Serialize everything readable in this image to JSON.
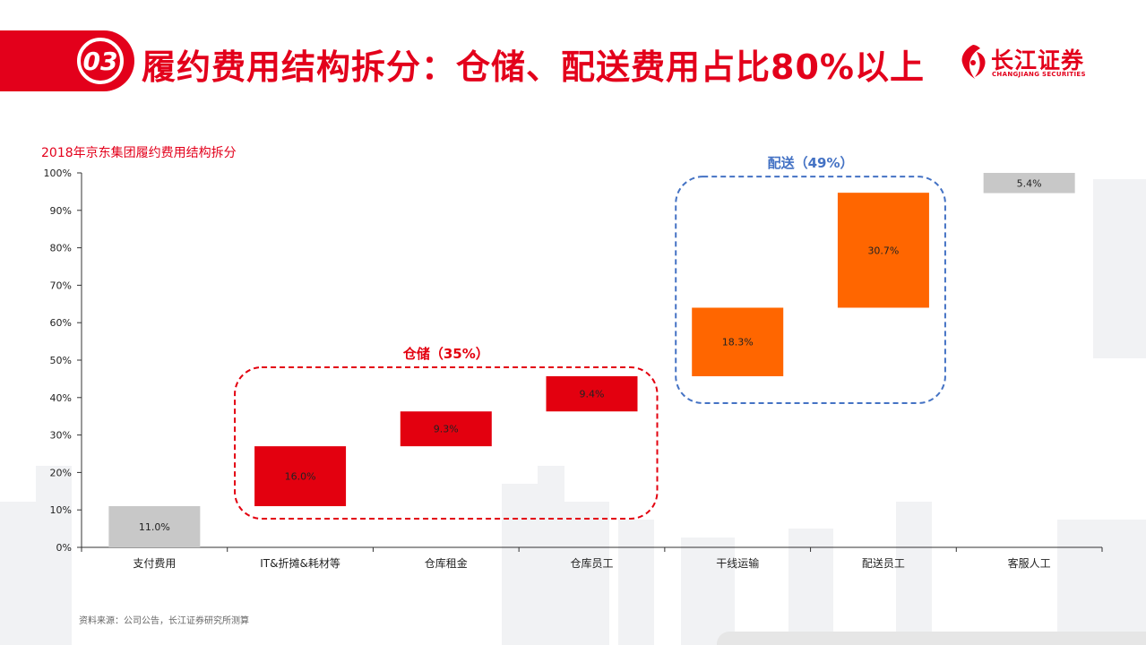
{
  "header": {
    "section_number": "03",
    "title": "履约费用结构拆分：仓储、配送费用占比80%以上"
  },
  "logo": {
    "name": "长江证券",
    "subtitle": "CHANGJIANG SECURITIES"
  },
  "colors": {
    "brand_red": "#e3001b",
    "storage_red": "#e3000f",
    "delivery_orange": "#ff6600",
    "other_gray": "#c8c8c8",
    "delivery_box_blue": "#4472c4"
  },
  "chart_data": {
    "type": "bar",
    "subtype": "waterfall",
    "title": "2018年京东集团履约费用结构拆分",
    "categories": [
      "支付费用",
      "IT&折摊&耗材等",
      "仓库租金",
      "仓库员工",
      "干线运输",
      "配送员工",
      "客服人工"
    ],
    "values": [
      11.0,
      16.0,
      9.3,
      9.4,
      18.3,
      30.7,
      5.4
    ],
    "value_labels": [
      "11.0%",
      "16.0%",
      "9.3%",
      "9.4%",
      "18.3%",
      "30.7%",
      "5.4%"
    ],
    "bar_groups": [
      "other",
      "storage",
      "storage",
      "storage",
      "delivery",
      "delivery",
      "other"
    ],
    "ylim": [
      0,
      100
    ],
    "yticks": [
      "0%",
      "10%",
      "20%",
      "30%",
      "40%",
      "50%",
      "60%",
      "70%",
      "80%",
      "90%",
      "100%"
    ],
    "xlabel": "",
    "ylabel": "",
    "grid": false,
    "annotations": [
      {
        "label": "仓储（35%）",
        "group": "storage"
      },
      {
        "label": "配送（49%）",
        "group": "delivery"
      }
    ]
  },
  "footer": {
    "source": "资料来源：公司公告，长江证券研究所测算"
  }
}
